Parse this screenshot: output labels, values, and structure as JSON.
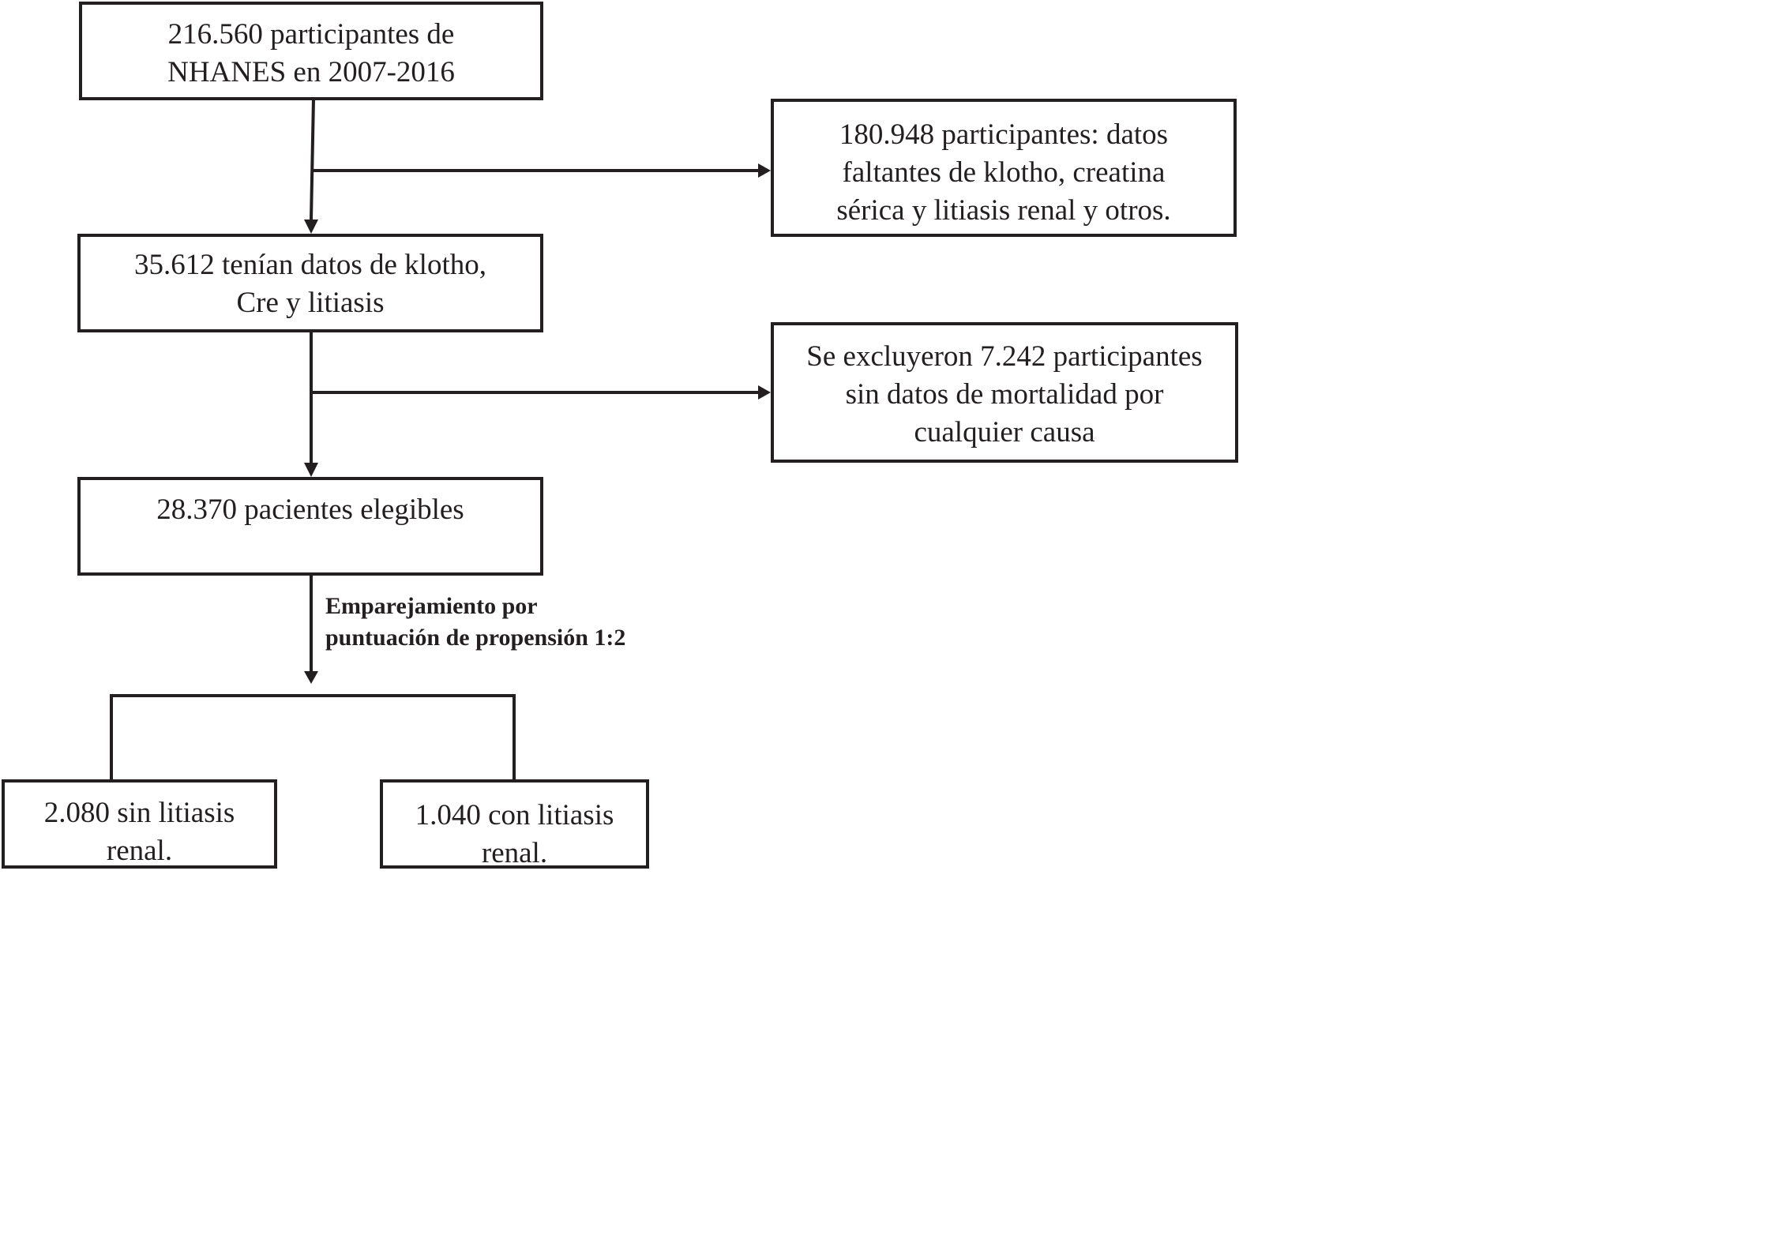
{
  "nodes": {
    "start": {
      "lines": [
        "216.560 participantes de",
        "NHANES en 2007-2016"
      ]
    },
    "exclusion_1": {
      "lines": [
        "180.948 participantes: datos",
        "faltantes de klotho, creatina",
        "sérica y litiasis renal y otros."
      ]
    },
    "with_data": {
      "lines": [
        "35.612 tenían datos de klotho,",
        "Cre y litiasis"
      ]
    },
    "exclusion_2": {
      "lines": [
        "Se excluyeron 7.242 participantes",
        "sin datos de mortalidad por",
        "cualquier causa"
      ]
    },
    "eligible": {
      "lines": [
        "28.370 pacientes elegibles"
      ]
    },
    "no_stones": {
      "lines": [
        "2.080 sin litiasis",
        "renal."
      ]
    },
    "with_stones": {
      "lines": [
        "1.040 con litiasis",
        "renal."
      ]
    }
  },
  "edge_label": {
    "lines": [
      "Emparejamiento por",
      "puntuación de propensión 1:2"
    ]
  },
  "colors": {
    "stroke": "#231f20",
    "background": "#ffffff"
  }
}
